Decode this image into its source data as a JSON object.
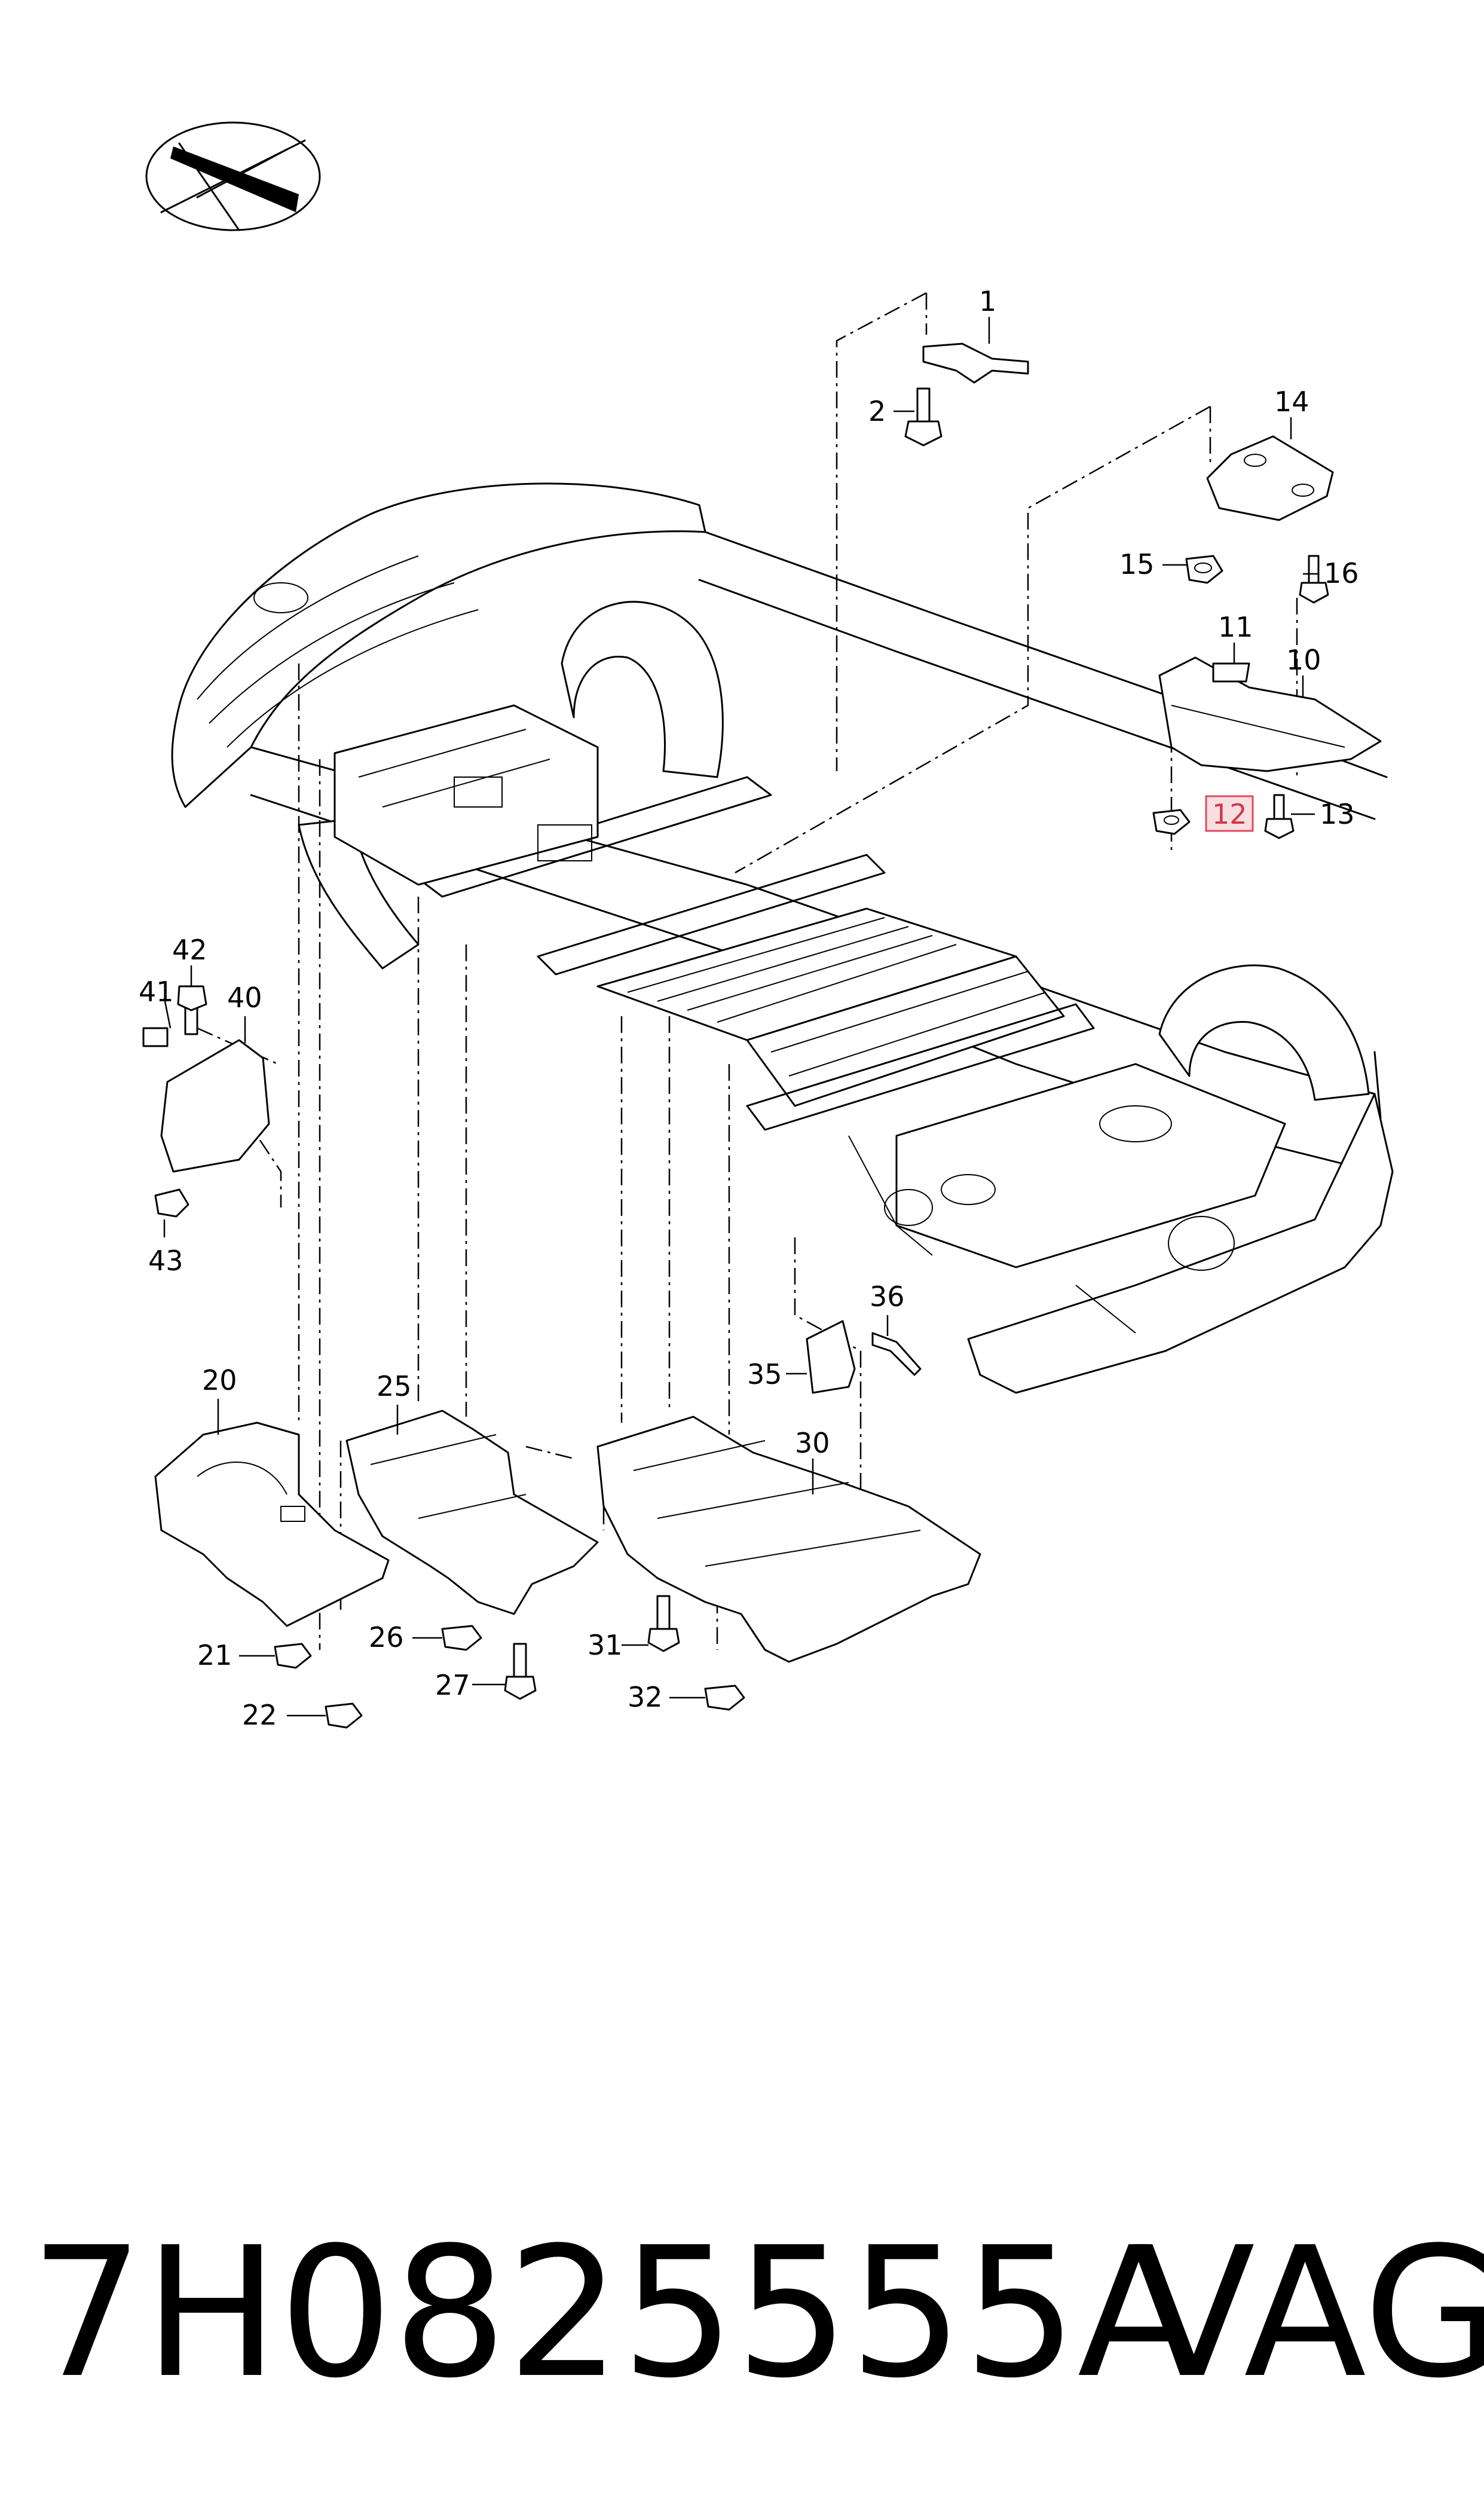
{
  "diagram": {
    "part_number": "7H0825555A",
    "brand": "VAG",
    "highlighted_callout": "12",
    "callouts": [
      "1",
      "2",
      "10",
      "11",
      "12",
      "13",
      "14",
      "15",
      "16",
      "20",
      "21",
      "22",
      "25",
      "26",
      "27",
      "30",
      "31",
      "32",
      "35",
      "36",
      "40",
      "41",
      "42",
      "43"
    ]
  }
}
